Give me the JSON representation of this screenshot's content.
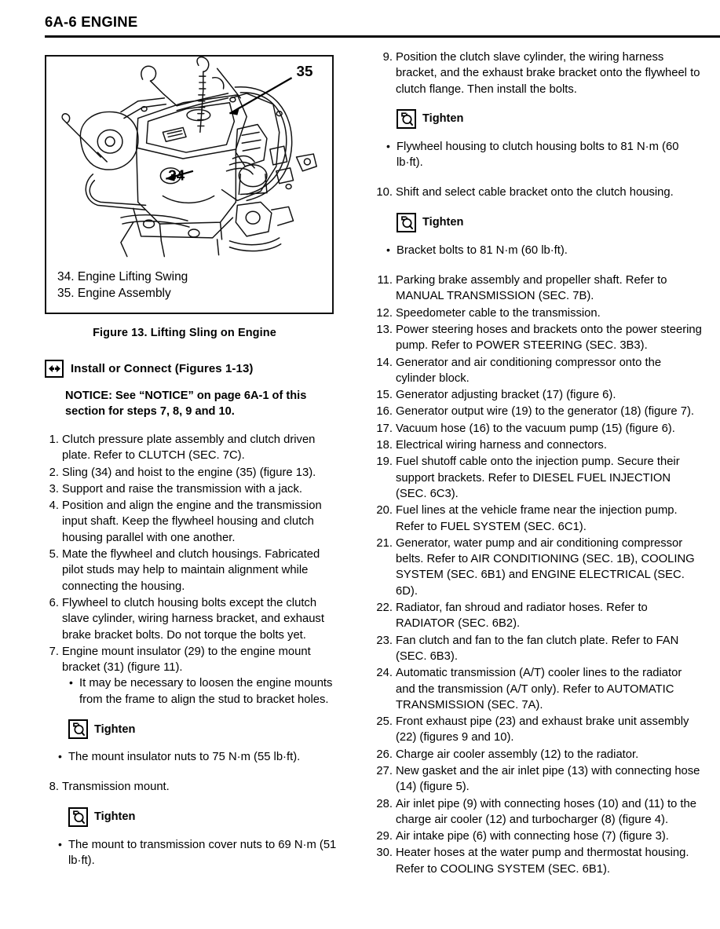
{
  "header": {
    "title": "6A-6 ENGINE"
  },
  "figure": {
    "caption": "Figure 13.  Lifting Sling on Engine",
    "callouts": [
      {
        "number": "35"
      },
      {
        "number": "34"
      }
    ],
    "legend": [
      "34. Engine Lifting Swing",
      "35. Engine Assembly"
    ]
  },
  "install_section": {
    "icon": "install-connect-icon",
    "heading": "Install or Connect (Figures 1-13)",
    "notice": "NOTICE: See “NOTICE” on page 6A-1 of this section for steps 7, 8, 9 and 10."
  },
  "tighten": {
    "icon": "torque-wrench-icon",
    "label": "Tighten"
  },
  "left_column": {
    "steps": [
      {
        "num": "1.",
        "text": "Clutch pressure plate assembly and clutch driven plate. Refer to CLUTCH (SEC. 7C)."
      },
      {
        "num": "2.",
        "text": "Sling (34) and hoist to the engine (35) (figure 13)."
      },
      {
        "num": "3.",
        "text": "Support and raise the transmission with a jack."
      },
      {
        "num": "4.",
        "text": "Position and align the engine and the transmission input shaft. Keep the flywheel housing and clutch housing parallel with one another."
      },
      {
        "num": "5.",
        "text": "Mate the flywheel and clutch housings. Fabricated pilot studs may help to maintain alignment while connecting the housing."
      },
      {
        "num": "6.",
        "text": "Flywheel to clutch housing bolts except the clutch slave cylinder, wiring harness bracket, and exhaust brake bracket bolts. Do not torque the bolts yet."
      },
      {
        "num": "7.",
        "text": "Engine mount insulator (29) to the engine mount bracket (31) (figure 11)."
      }
    ],
    "step7_bullet": "It may be necessary to loosen the engine mounts from the frame to align the stud to bracket holes.",
    "tighten_1_bullet": "The mount insulator nuts to 75 N·m (55 lb·ft).",
    "step8": {
      "num": "8.",
      "text": "Transmission mount."
    },
    "tighten_2_bullet": "The mount to transmission cover nuts to 69 N·m (51 lb·ft)."
  },
  "right_column": {
    "step9": {
      "num": "9.",
      "text": "Position the clutch slave cylinder, the wiring harness bracket, and the exhaust brake bracket onto the flywheel to clutch flange. Then install the bolts."
    },
    "tighten_3_bullet": "Flywheel housing to clutch housing bolts to 81 N·m (60 lb·ft).",
    "step10": {
      "num": "10.",
      "text": "Shift and select cable bracket onto the clutch housing."
    },
    "tighten_4_bullet": "Bracket bolts to 81 N·m (60 lb·ft).",
    "steps": [
      {
        "num": "11.",
        "text": "Parking brake assembly and propeller shaft. Refer to MANUAL TRANSMISSION (SEC. 7B)."
      },
      {
        "num": "12.",
        "text": "Speedometer cable to the transmission."
      },
      {
        "num": "13.",
        "text": "Power steering hoses and brackets onto the power steering pump. Refer to POWER STEERING (SEC. 3B3)."
      },
      {
        "num": "14.",
        "text": "Generator and air conditioning compressor onto the cylinder block."
      },
      {
        "num": "15.",
        "text": "Generator adjusting bracket (17) (figure 6)."
      },
      {
        "num": "16.",
        "text": "Generator output wire (19) to the generator (18) (figure 7)."
      },
      {
        "num": "17.",
        "text": "Vacuum hose (16) to the vacuum pump (15) (figure 6)."
      },
      {
        "num": "18.",
        "text": "Electrical wiring harness and connectors."
      },
      {
        "num": "19.",
        "text": "Fuel shutoff cable onto the injection pump. Secure their support brackets. Refer to DIESEL FUEL INJECTION (SEC. 6C3)."
      },
      {
        "num": "20.",
        "text": "Fuel lines at the vehicle frame near the injection pump. Refer to FUEL SYSTEM (SEC. 6C1)."
      },
      {
        "num": "21.",
        "text": "Generator, water pump and air conditioning compressor belts. Refer to AIR CONDITIONING (SEC. 1B), COOLING SYSTEM (SEC. 6B1) and ENGINE ELECTRICAL (SEC. 6D)."
      },
      {
        "num": "22.",
        "text": "Radiator, fan shroud and radiator hoses. Refer to RADIATOR (SEC. 6B2)."
      },
      {
        "num": "23.",
        "text": "Fan clutch and fan to the fan clutch plate. Refer to FAN (SEC. 6B3)."
      },
      {
        "num": "24.",
        "text": "Automatic transmission (A/T) cooler lines to the radiator and the transmission (A/T only). Refer to AUTOMATIC TRANSMISSION (SEC. 7A)."
      },
      {
        "num": "25.",
        "text": "Front exhaust pipe (23) and exhaust brake unit assembly (22) (figures 9 and 10)."
      },
      {
        "num": "26.",
        "text": "Charge air cooler assembly (12) to the radiator."
      },
      {
        "num": "27.",
        "text": "New gasket and the air inlet pipe (13) with connecting hose (14) (figure 5)."
      },
      {
        "num": "28.",
        "text": "Air inlet pipe (9) with connecting hoses (10) and (11) to the charge air cooler (12) and turbocharger (8) (figure 4)."
      },
      {
        "num": "29.",
        "text": "Air intake pipe (6) with connecting hose (7) (figure 3)."
      },
      {
        "num": "30.",
        "text": "Heater hoses at the water pump and thermostat housing. Refer to COOLING SYSTEM (SEC. 6B1)."
      }
    ]
  }
}
